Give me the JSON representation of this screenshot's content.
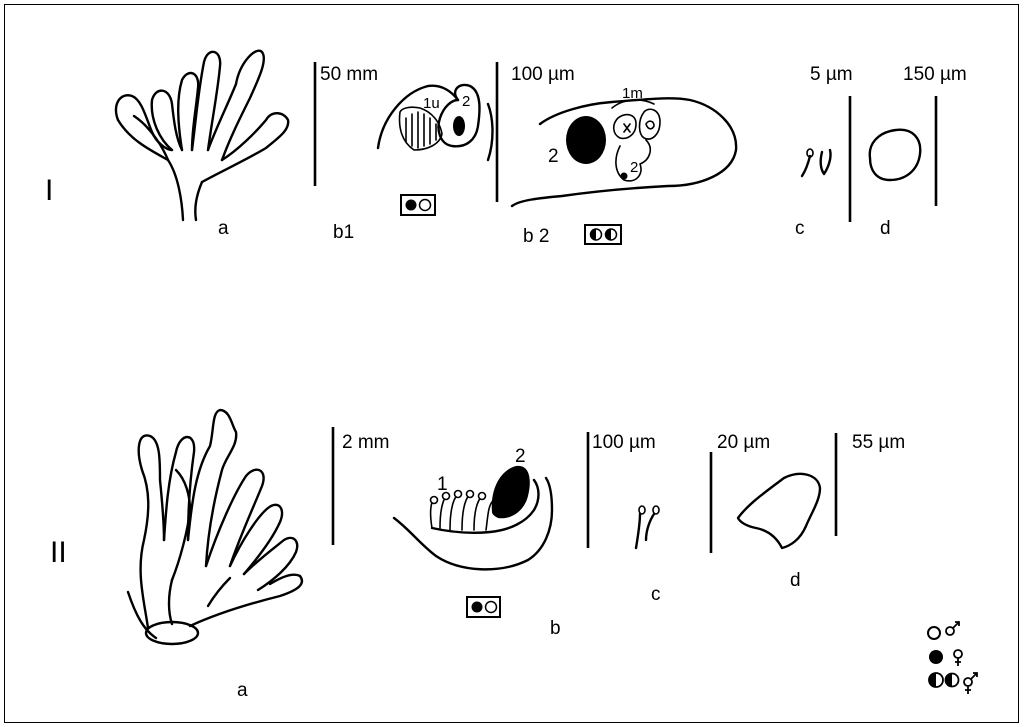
{
  "row1": {
    "numeral": "I",
    "panel_a_label": "a",
    "panel_b1_label": "b1",
    "panel_b2_label": "b 2",
    "panel_c_label": "c",
    "panel_d_label": "d",
    "scale_b1": "50 mm",
    "scale_b2": "100 µm",
    "scale_c": "5 µm",
    "scale_d": "150 µm",
    "b1_mark_1u": "1u",
    "b1_mark_2": "2",
    "b2_mark_1m": "1m",
    "b2_mark_2_left": "2",
    "b2_mark_2_small": "2"
  },
  "row2": {
    "numeral": "II",
    "panel_a_label": "a",
    "panel_b_label": "b",
    "panel_c_label": "c",
    "panel_d_label": "d",
    "scale_b": "2 mm",
    "scale_c": "100 µm",
    "scale_d": "20 µm",
    "scale_end": "55 µm",
    "b_mark_1": "1",
    "b_mark_2": "2"
  },
  "legend": {
    "icons": [
      "open-circle-male-symbol",
      "filled-circle-female-symbol",
      "half-filled-circle-monoecious-symbol"
    ]
  }
}
